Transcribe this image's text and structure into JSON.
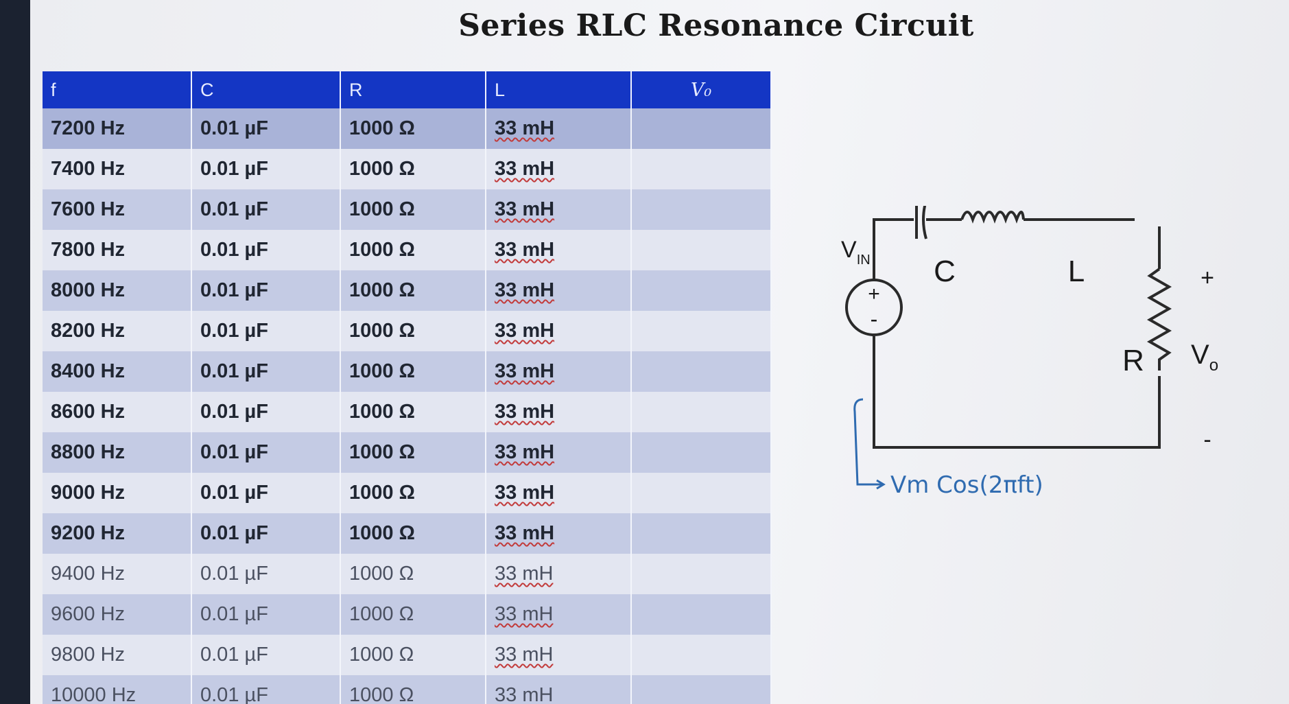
{
  "title": "Series RLC Resonance Circuit",
  "table": {
    "headers": [
      "f",
      "C",
      "R",
      "L",
      "V₀"
    ],
    "rows": [
      [
        "7200 Hz",
        "0.01 µF",
        "1000 Ω",
        "33 mH",
        ""
      ],
      [
        "7400 Hz",
        "0.01 µF",
        "1000 Ω",
        "33 mH",
        ""
      ],
      [
        "7600 Hz",
        "0.01 µF",
        "1000 Ω",
        "33 mH",
        ""
      ],
      [
        "7800 Hz",
        "0.01 µF",
        "1000 Ω",
        "33 mH",
        ""
      ],
      [
        "8000 Hz",
        "0.01 µF",
        "1000 Ω",
        "33 mH",
        ""
      ],
      [
        "8200 Hz",
        "0.01 µF",
        "1000 Ω",
        "33 mH",
        ""
      ],
      [
        "8400 Hz",
        "0.01 µF",
        "1000 Ω",
        "33 mH",
        ""
      ],
      [
        "8600 Hz",
        "0.01 µF",
        "1000 Ω",
        "33 mH",
        ""
      ],
      [
        "8800 Hz",
        "0.01 µF",
        "1000 Ω",
        "33 mH",
        ""
      ],
      [
        "9000 Hz",
        "0.01 µF",
        "1000 Ω",
        "33 mH",
        ""
      ],
      [
        "9200 Hz",
        "0.01 µF",
        "1000 Ω",
        "33 mH",
        ""
      ],
      [
        "9400 Hz",
        "0.01 µF",
        "1000 Ω",
        "33 mH",
        ""
      ],
      [
        "9600 Hz",
        "0.01 µF",
        "1000 Ω",
        "33 mH",
        ""
      ],
      [
        "9800 Hz",
        "0.01 µF",
        "1000 Ω",
        "33 mH",
        ""
      ],
      [
        "10000 Hz",
        "0.01 µF",
        "1000 Ω",
        "33 mH",
        ""
      ]
    ]
  },
  "circuit": {
    "vin_label": "V",
    "vin_sub": "IN",
    "capacitor_label": "C",
    "inductor_label": "L",
    "resistor_label": "R",
    "output_label": "V",
    "output_sub": "o",
    "plus_sign": "+",
    "minus_sign": "-",
    "source_formula": "Vm Cos(2πft)"
  }
}
